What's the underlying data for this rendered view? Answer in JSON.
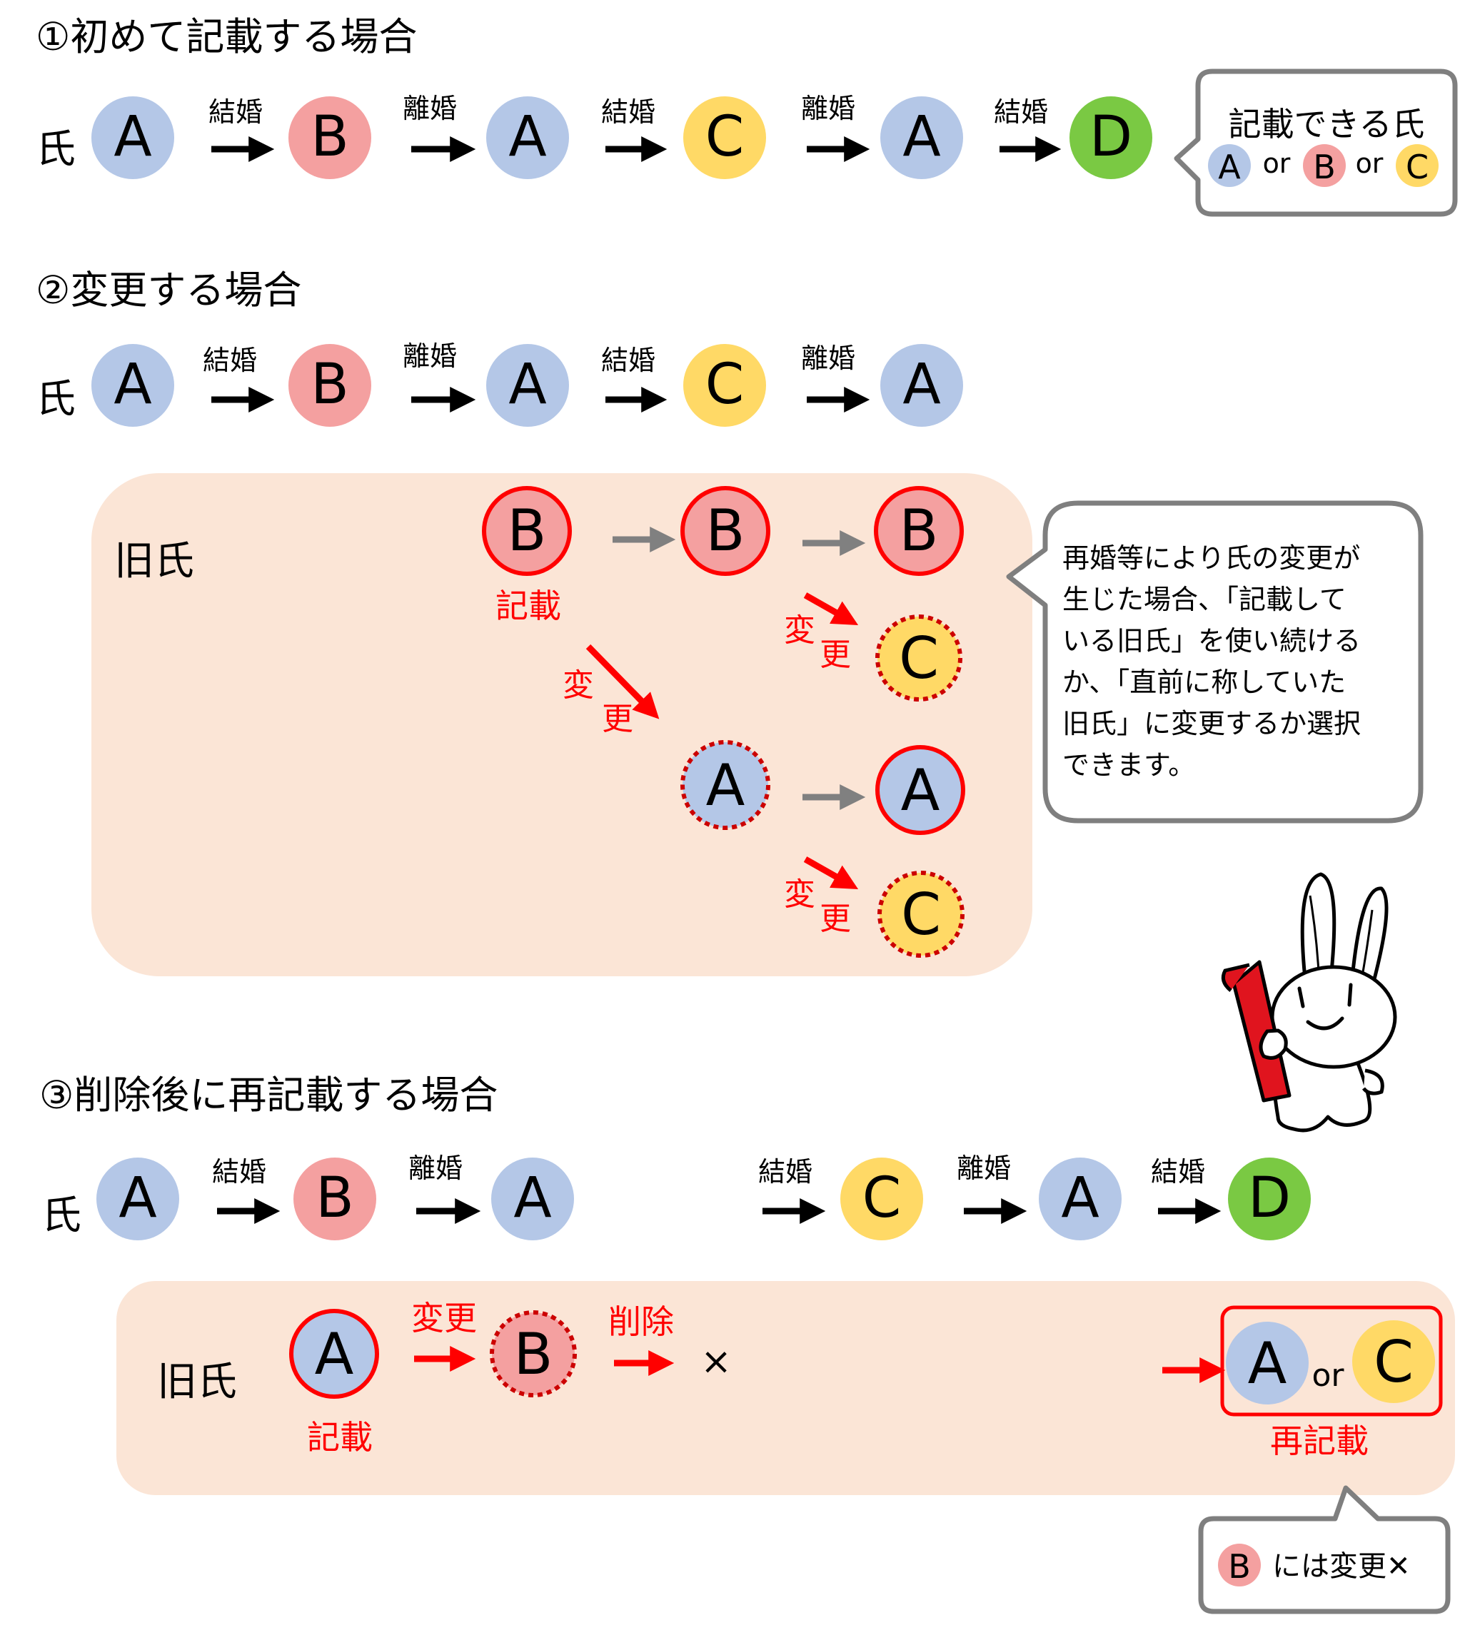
{
  "section1": {
    "title": "①初めて記載する場合",
    "row_label": "氏",
    "chain": [
      "A",
      "結婚",
      "B",
      "離婚",
      "A",
      "結婚",
      "C",
      "離婚",
      "A",
      "結婚",
      "D"
    ],
    "callout": {
      "title": "記載できる氏",
      "options": [
        "A",
        "B",
        "C"
      ],
      "or": "or"
    }
  },
  "section2": {
    "title": "②変更する場合",
    "row_label": "氏",
    "chain": [
      "A",
      "結婚",
      "B",
      "離婚",
      "A",
      "結婚",
      "C",
      "離婚",
      "A"
    ],
    "panel_label": "旧氏",
    "record_label": "記載",
    "change_label_1": "変",
    "change_label_2": "更",
    "circles": [
      "B",
      "B",
      "B",
      "C",
      "A",
      "A",
      "C"
    ],
    "callout_lines": [
      "再婚等により氏の変更が",
      "生じた場合、「記載して",
      "いる旧氏」を使い続ける",
      "か、「直前に称していた",
      "旧氏」に変更するか選択",
      "できます。"
    ]
  },
  "section3": {
    "title": "③削除後に再記載する場合",
    "row_label": "氏",
    "chain": [
      "A",
      "結婚",
      "B",
      "離婚",
      "A",
      "結婚",
      "C",
      "離婚",
      "A",
      "結婚",
      "D"
    ],
    "panel_label": "旧氏",
    "record_label": "記載",
    "change_label": "変更",
    "delete_label": "削除",
    "cross": "×",
    "circles": [
      "A",
      "B",
      "A",
      "C"
    ],
    "or": "or",
    "rerecord_label": "再記載",
    "note_circle": "B",
    "note_text": "には変更✕"
  },
  "colors": {
    "A": "#b4c7e7",
    "B": "#f4a0a0",
    "C": "#ffd966",
    "D": "#7ac943",
    "panel": "#fbe5d6",
    "accent": "#ff0000",
    "gray_arrow": "#808080",
    "callout_border": "#7f7f7f"
  },
  "mascot": "rabbit-mascot-holding-number-one"
}
